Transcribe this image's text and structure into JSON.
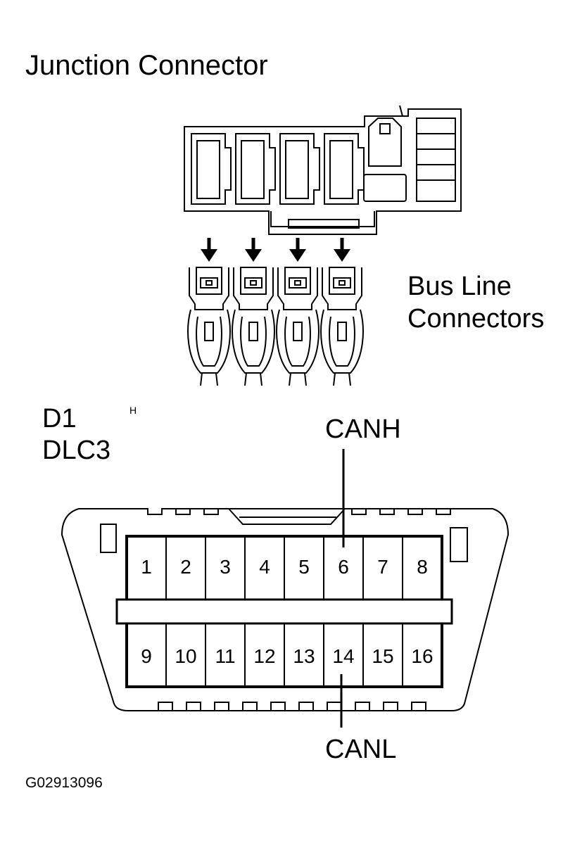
{
  "title": "Junction Connector",
  "bus_line_label": [
    "Bus Line",
    "Connectors"
  ],
  "connector_id": "D1",
  "connector_name": "DLC3",
  "h_mark": "H",
  "canh_label": "CANH",
  "canl_label": "CANL",
  "figure_code": "G02913096",
  "dlc3_top_pins": [
    "1",
    "2",
    "3",
    "4",
    "5",
    "6",
    "7",
    "8"
  ],
  "dlc3_bottom_pins": [
    "9",
    "10",
    "11",
    "12",
    "13",
    "14",
    "15",
    "16"
  ]
}
